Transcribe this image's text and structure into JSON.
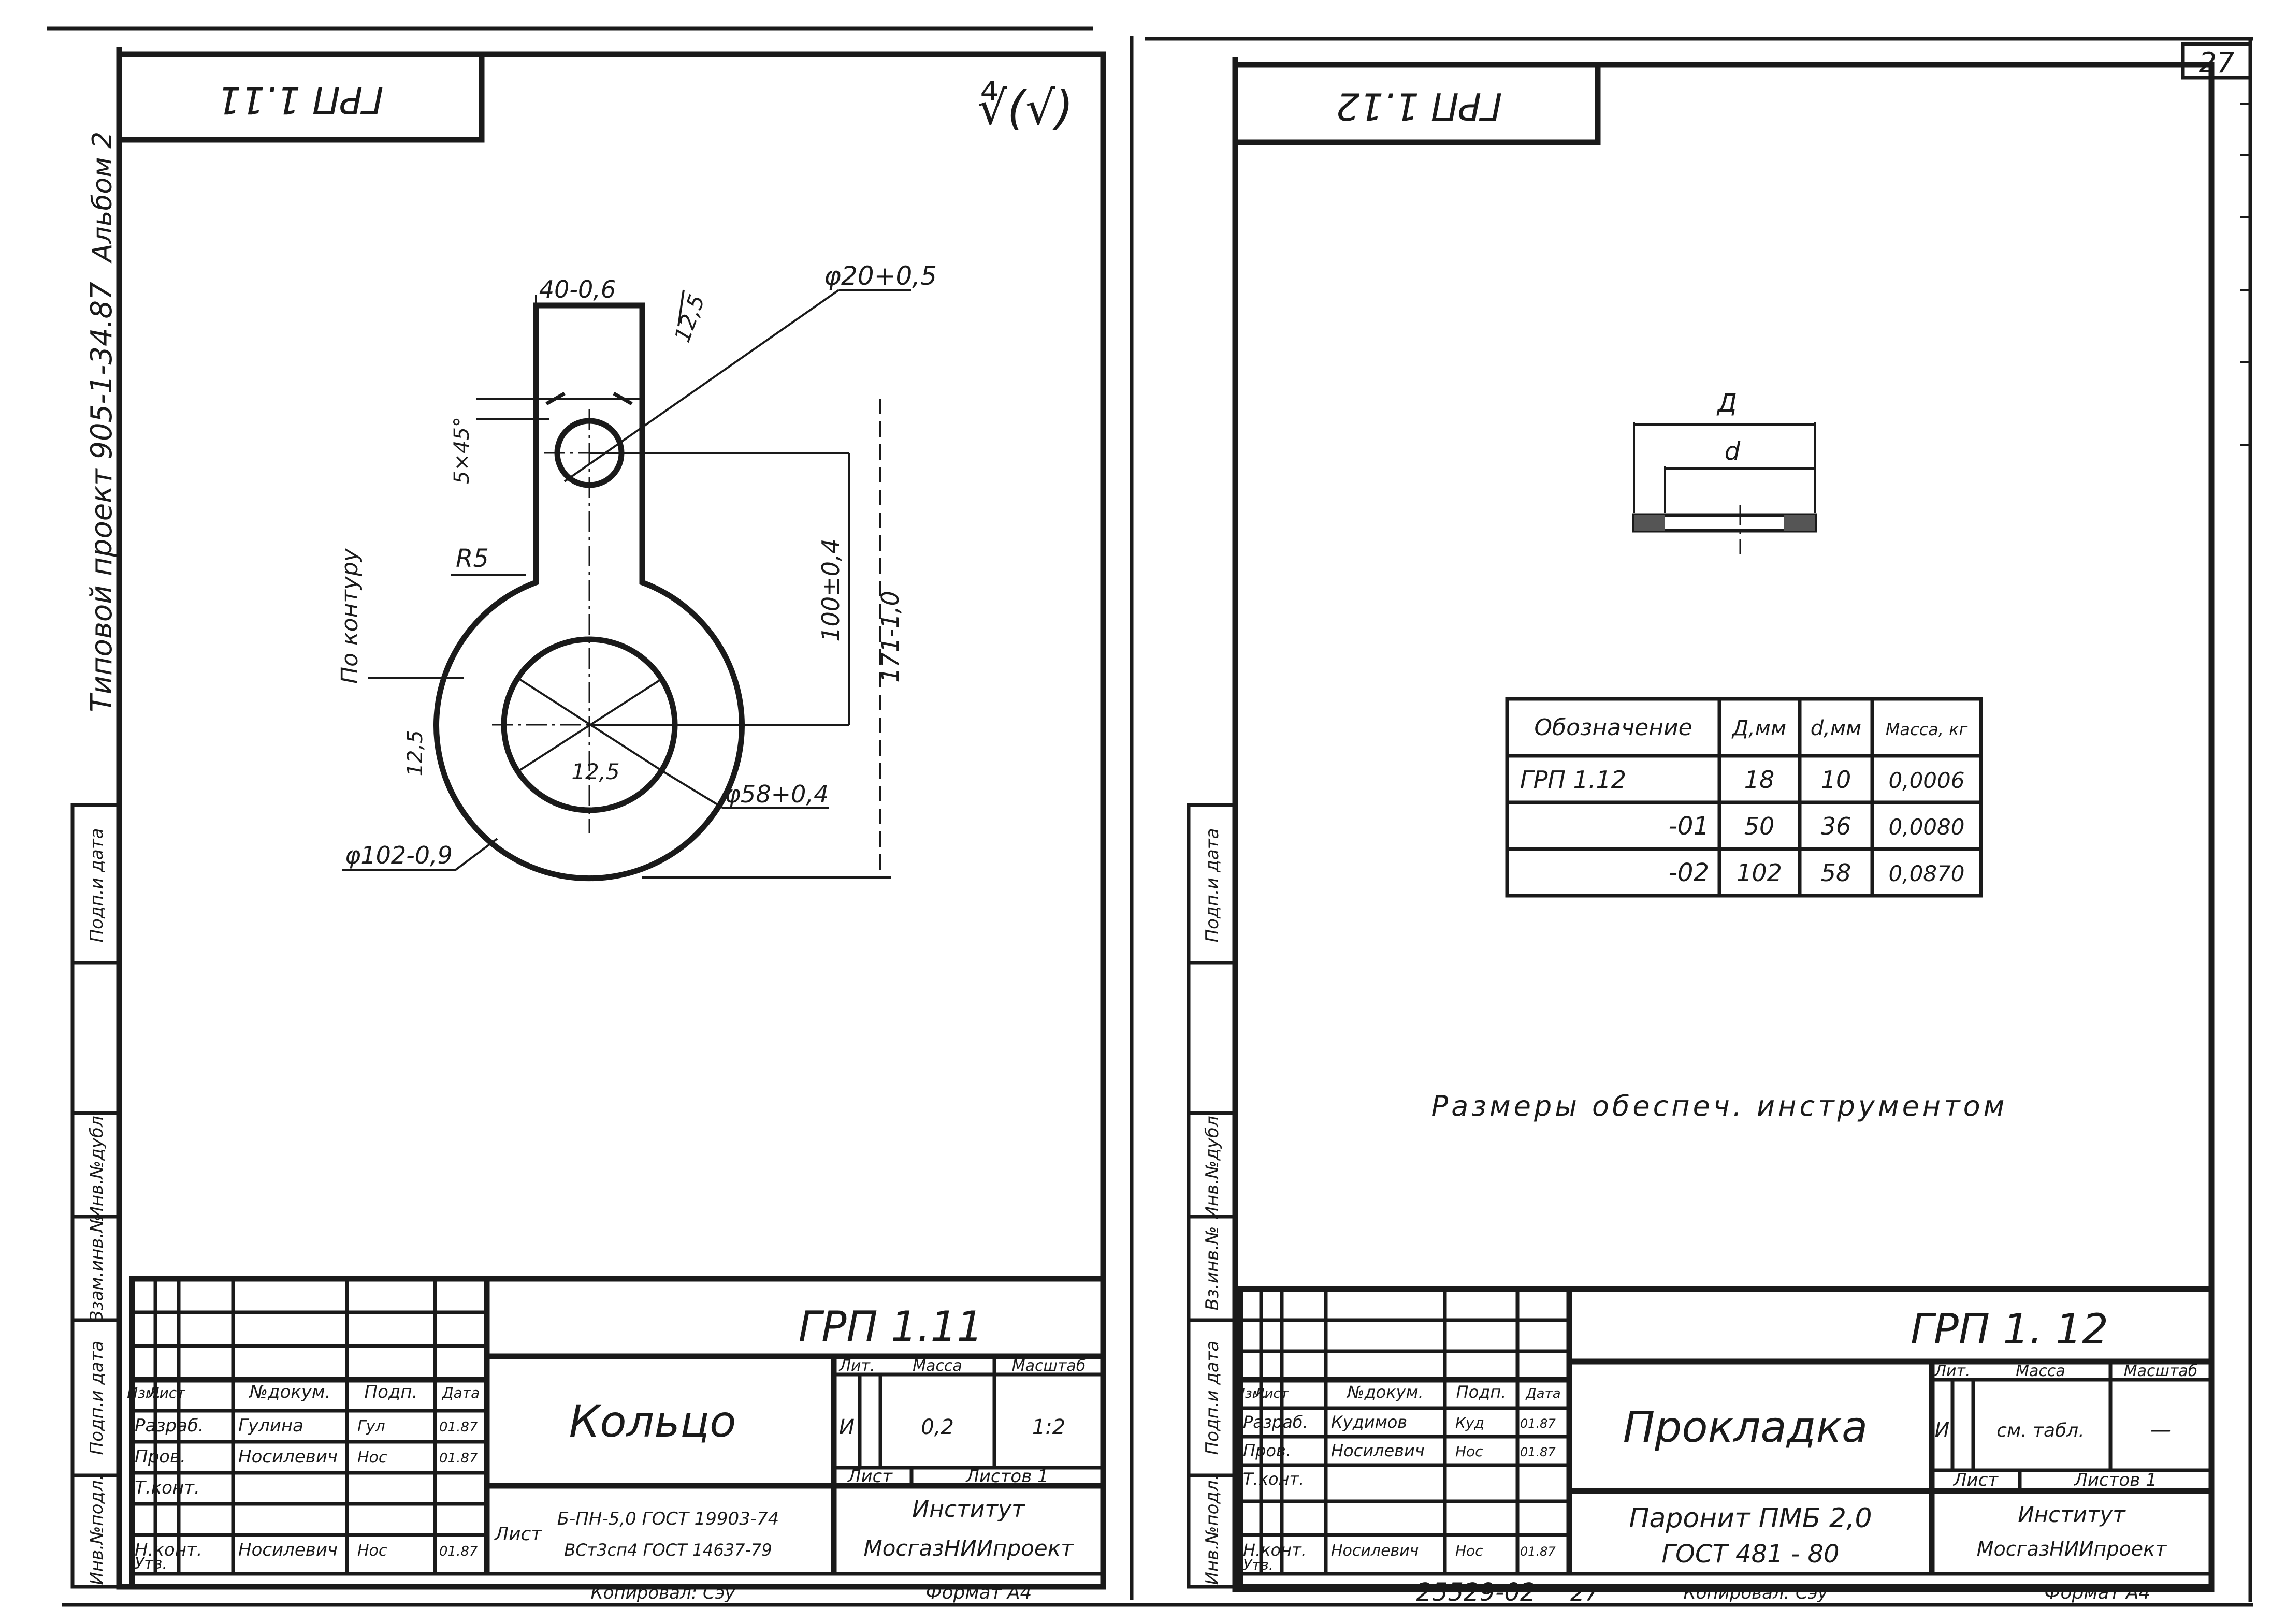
{
  "side_labels": {
    "album": "Альбом 2",
    "project": "Типовой проект 905-1-34.87",
    "stamp_left": [
      "Инв.№подл.",
      "Подп.и дата",
      "Взам.инв.№",
      "Инв.№дубл.",
      "Подп.и дата"
    ],
    "stamp_right": [
      "Инв.№подл.",
      "Подп.и дата",
      "Вз.инв.№",
      "Инв.№дубл.",
      "Подп.и дата"
    ]
  },
  "sheet_left": {
    "corner_code": "ГРП 1.11",
    "roughness": "∜(√)",
    "dims": {
      "width": "40-0,6",
      "chamfer_r": "12,5",
      "hole": "φ20+0,5",
      "chamfer": "5×45°",
      "contour_note": "По контуру",
      "radius": "R5",
      "center_dist": "100±0,4",
      "length": "171-1,0",
      "edge": "12,5",
      "inner_r": "12,5",
      "inner_d": "φ58+0,4",
      "outer_d": "φ102-0,9"
    },
    "title_block": {
      "code": "ГРП 1.11",
      "name": "Кольцо",
      "headers": [
        "Изм.",
        "Лист",
        "№докум.",
        "Подп.",
        "Дата"
      ],
      "rows": [
        {
          "role": "Разраб.",
          "name": "Гулина",
          "sign": "Гул",
          "date": "01.87"
        },
        {
          "role": "Пров.",
          "name": "Носилевич",
          "sign": "Нос",
          "date": "01.87"
        },
        {
          "role": "Т.конт.",
          "name": "",
          "sign": "",
          "date": ""
        },
        {
          "role": "",
          "name": "",
          "sign": "",
          "date": ""
        },
        {
          "role": "Н.конт.",
          "name": "Носилевич",
          "sign": "Нос",
          "date": "01.87"
        },
        {
          "role": "Утв.",
          "name": "",
          "sign": "",
          "date": ""
        }
      ],
      "lit_header": "Лит.",
      "mass_header": "Масса",
      "scale_header": "Масштаб",
      "lit": "И",
      "mass": "0,2",
      "scale": "1:2",
      "sheet_label": "Лист",
      "sheets_label": "Листов 1",
      "material_label": "Лист",
      "material_1": "Б-ПН-5,0 ГОСТ 19903-74",
      "material_2": "ВСт3сп4 ГОСТ 14637-79",
      "org_1": "Институт",
      "org_2": "МосгазНИИпроект",
      "copied": "Копировал: Cэу",
      "format": "Формат А4"
    }
  },
  "sheet_right": {
    "corner_code": "ГРП 1.12",
    "page_number": "27",
    "dim_outer": "Д",
    "dim_inner": "d",
    "table": {
      "headers": [
        "Обозначение",
        "Д,мм",
        "d,мм",
        "Масса, кг"
      ],
      "rows": [
        [
          "ГРП 1.12",
          "18",
          "10",
          "0,0006"
        ],
        [
          "-01",
          "50",
          "36",
          "0,0080"
        ],
        [
          "-02",
          "102",
          "58",
          "0,0870"
        ]
      ]
    },
    "note": "Размеры обеспеч. инструментом",
    "title_block": {
      "code": "ГРП 1. 12",
      "name": "Прокладка",
      "headers": [
        "Изм.",
        "Лист",
        "№докум.",
        "Подп.",
        "Дата"
      ],
      "rows": [
        {
          "role": "Разраб.",
          "name": "Кудимов",
          "sign": "Куд",
          "date": "01.87"
        },
        {
          "role": "Пров.",
          "name": "Носилевич",
          "sign": "Нос",
          "date": "01.87"
        },
        {
          "role": "Т.конт.",
          "name": "",
          "sign": "",
          "date": ""
        },
        {
          "role": "",
          "name": "",
          "sign": "",
          "date": ""
        },
        {
          "role": "Н.конт.",
          "name": "Носилевич",
          "sign": "Нос",
          "date": "01.87"
        },
        {
          "role": "Утв.",
          "name": "",
          "sign": "",
          "date": ""
        }
      ],
      "lit_header": "Лит.",
      "mass_header": "Масса",
      "scale_header": "Масштаб",
      "lit": "И",
      "mass": "см. табл.",
      "scale": "—",
      "sheet_label": "Лист",
      "sheets_label": "Листов 1",
      "material_1": "Паронит ПМБ 2,0",
      "material_2": "ГОСТ 481 - 80",
      "org_1": "Институт",
      "org_2": "МосгазНИИпроект",
      "footer_number": "25529-02",
      "footer_page": "27",
      "copied": "Копировал: Cэу",
      "format": "Формат А4"
    }
  }
}
